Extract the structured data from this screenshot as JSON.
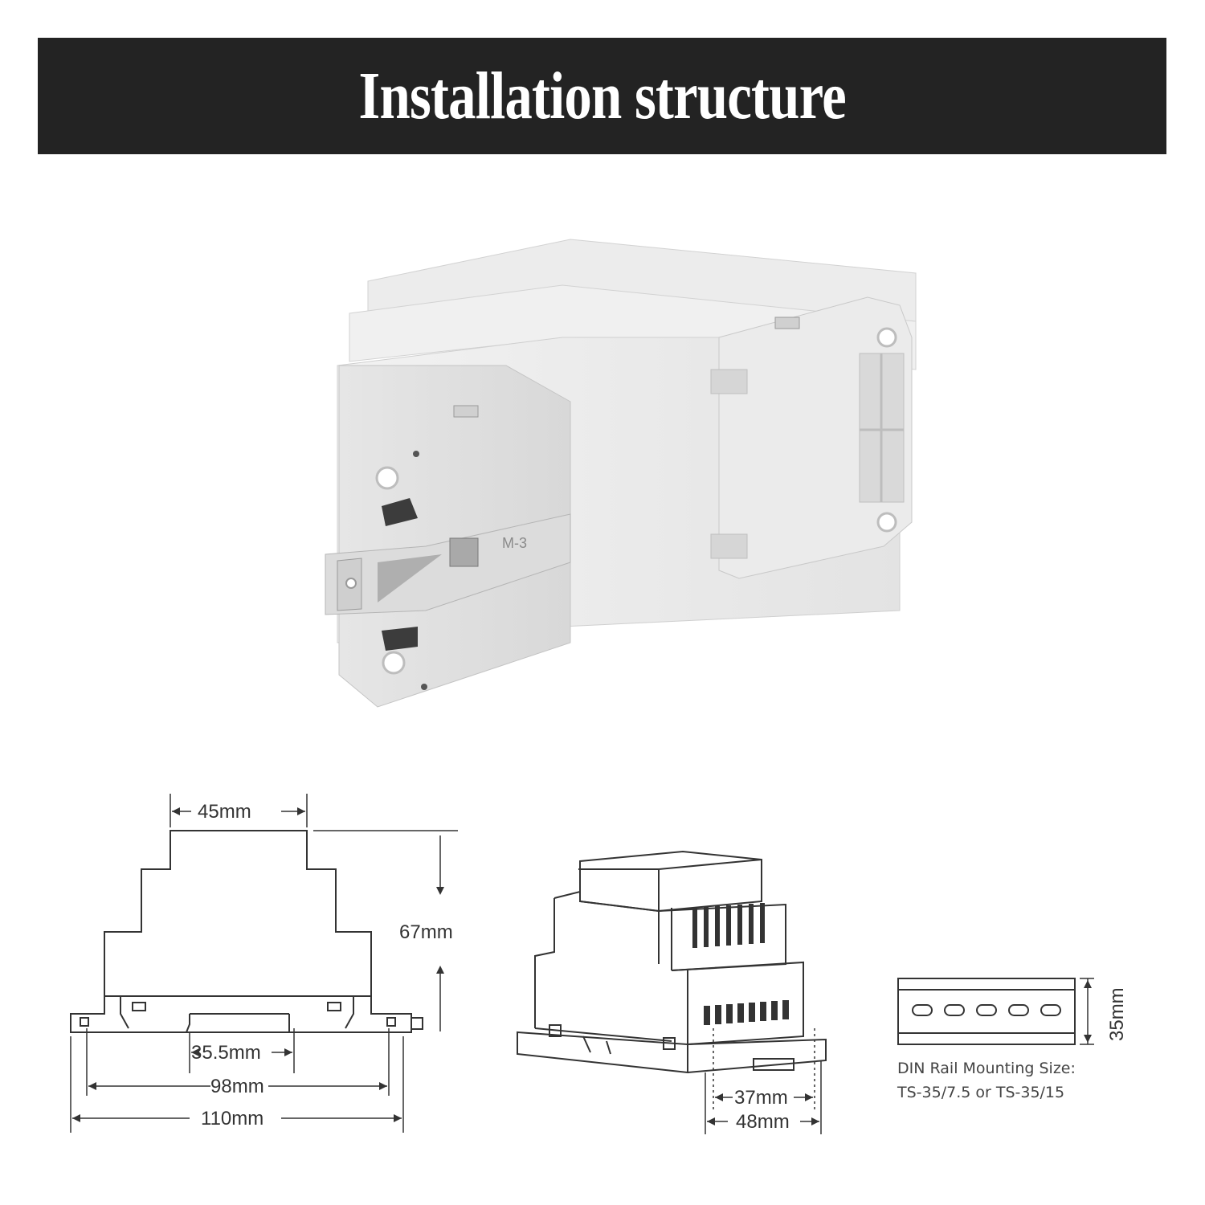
{
  "title": "Installation structure",
  "photo": {
    "clip_marking": "M-3"
  },
  "front_view": {
    "width_top": "45mm",
    "height": "67mm",
    "rail_slot": "35.5mm",
    "hole_pitch": "98mm",
    "overall_width": "110mm"
  },
  "iso_view": {
    "inner_depth": "37mm",
    "outer_depth": "48mm"
  },
  "din_rail": {
    "height": "35mm",
    "note_line1": "DIN Rail Mounting Size:",
    "note_line2": "TS-35/7.5 or TS-35/15"
  },
  "colors": {
    "banner": "#232323",
    "housing": "#e8e8e8",
    "line": "#333333"
  }
}
